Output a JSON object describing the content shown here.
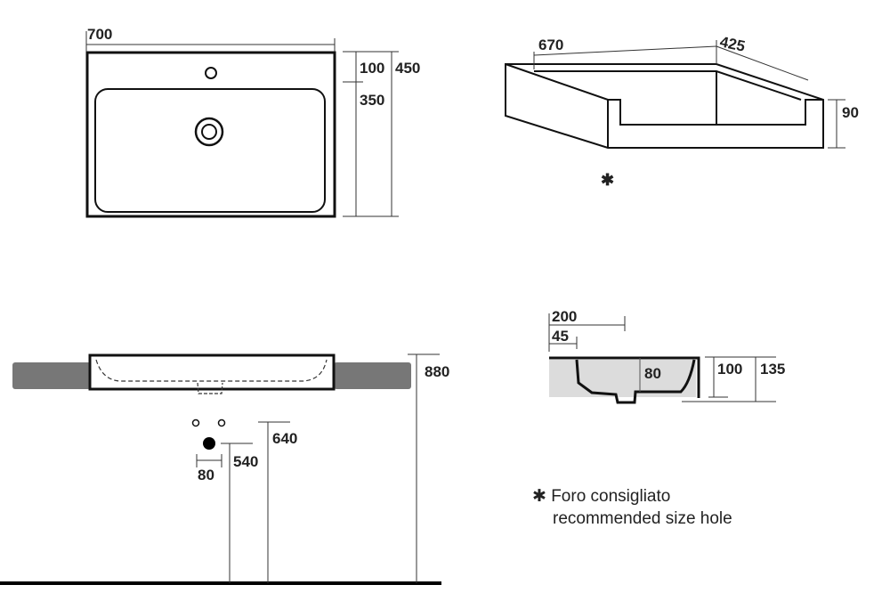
{
  "top_view": {
    "width": "700",
    "depth": "450",
    "front_to_hole": "100",
    "bowl_depth": "350"
  },
  "iso_view": {
    "length": "670",
    "depth": "425",
    "height": "90",
    "mark": "✱"
  },
  "front_view": {
    "overall_height": "880",
    "supply_height": "640",
    "drain_height": "540",
    "drain_spacing": "80"
  },
  "section_view": {
    "offset_200": "200",
    "offset_45": "45",
    "bowl_depth": "80",
    "height_100": "100",
    "height_135": "135"
  },
  "legend": {
    "mark": "✱",
    "line1": "Foro consigliato",
    "line2": "recommended size hole"
  },
  "colors": {
    "line": "#111111",
    "countertop": "#777777",
    "section_fill": "#dcdcdc"
  }
}
